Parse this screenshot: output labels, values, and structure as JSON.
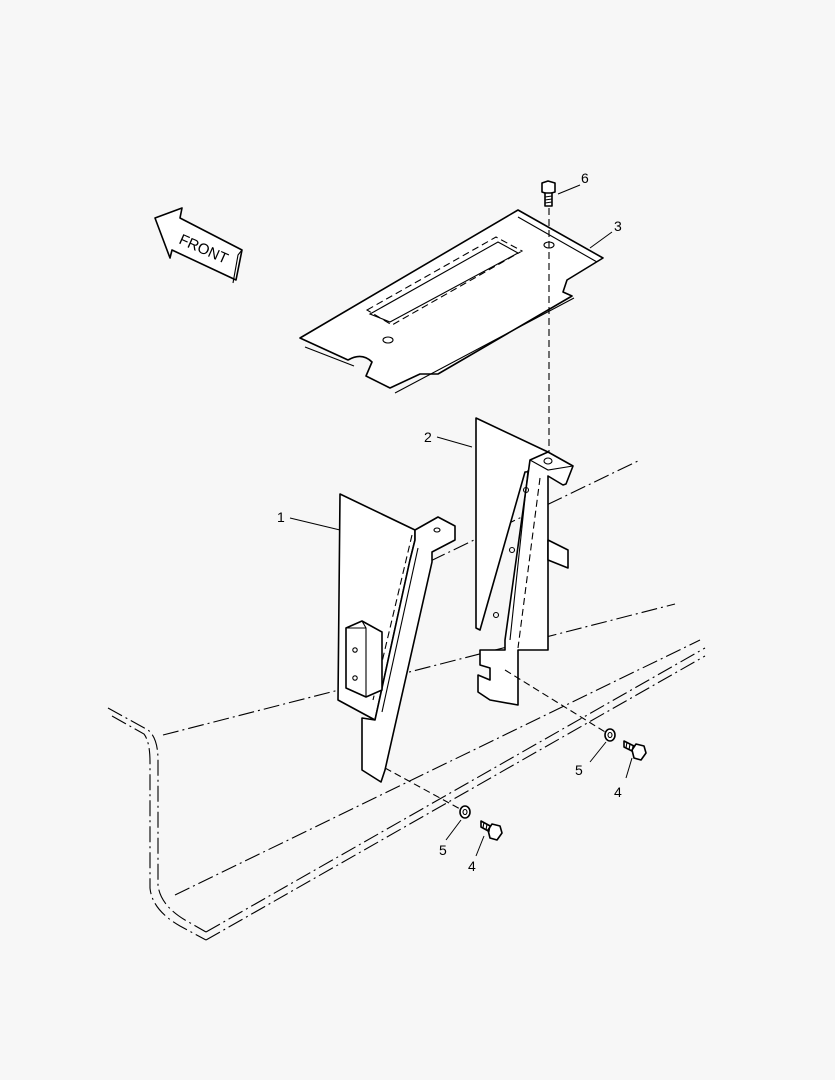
{
  "diagram": {
    "direction_label": "FRONT",
    "callouts": {
      "frame_left": "1",
      "frame_right": "2",
      "top_plate": "3",
      "bolt_right": "4",
      "bolt_left": "4",
      "washer_right": "5",
      "washer_left": "5",
      "top_bolt": "6"
    }
  }
}
